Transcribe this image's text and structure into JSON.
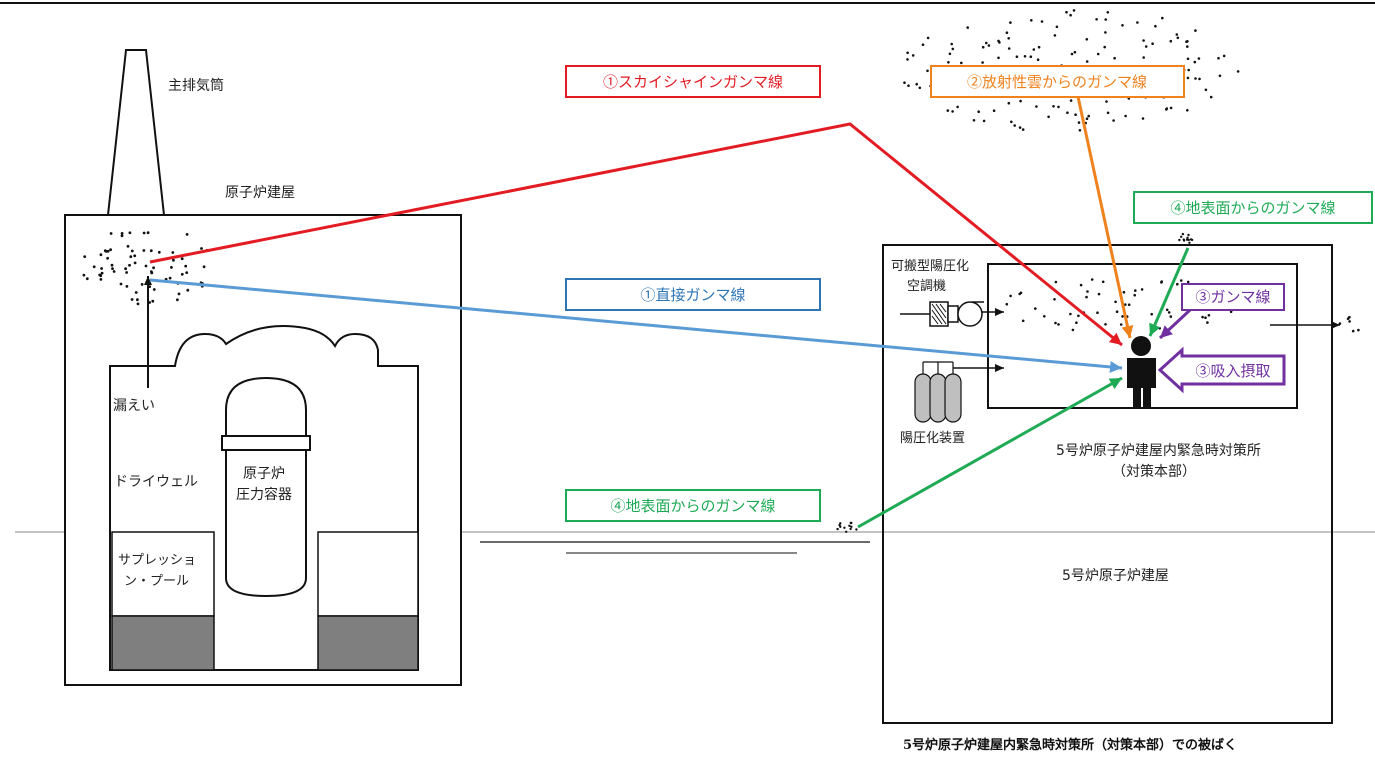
{
  "labels": {
    "stack": "主排気筒",
    "reactor_building": "原子炉建屋",
    "leak": "漏えい",
    "drywell": "ドライウェル",
    "rpv_line1": "原子炉",
    "rpv_line2": "圧力容器",
    "pool_line1": "サプレッショ",
    "pool_line2": "ン・プール",
    "portable_ac_line1": "可搬型陽圧化",
    "portable_ac_line2": "空調機",
    "pressurization_unit": "陽圧化装置",
    "center_line1": "5号炉原子炉建屋内緊急時対策所",
    "center_line2": "（対策本部）",
    "unit5_building": "5号炉原子炉建屋",
    "caption": "5号炉原子炉建屋内緊急時対策所（対策本部）での被ばく"
  },
  "paths": {
    "skyshine": "①スカイシャインガンマ線",
    "direct": "①直接ガンマ線",
    "cloud": "②放射性雲からのガンマ線",
    "gamma_in_room": "③ガンマ線",
    "inhalation": "③吸入摂取",
    "ground_top": "④地表面からのガンマ線",
    "ground_bottom": "④地表面からのガンマ線"
  },
  "colors": {
    "skyshine": "#e31b23",
    "direct": "#5b9bd5",
    "cloud": "#f0821e",
    "room": "#7030a0",
    "ground": "#1faa55",
    "pool_fill": "#7f7f7f"
  }
}
